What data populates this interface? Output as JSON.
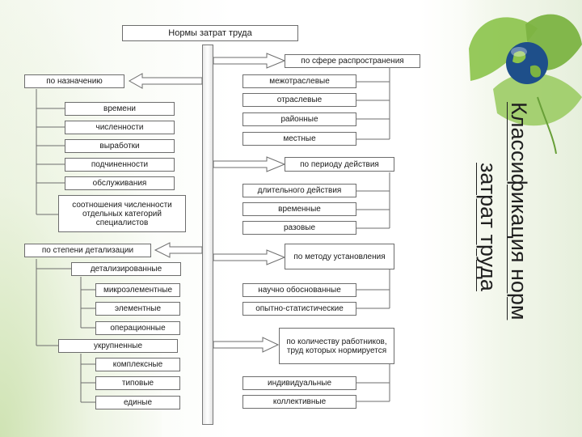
{
  "title": "Нормы затрат труда",
  "side_title_line1": "Классификация норм",
  "side_title_line2": "затрат труда",
  "left": {
    "purpose": {
      "header": "по назначению",
      "items": [
        "времени",
        "численности",
        "выработки",
        "подчиненности",
        "обслуживания",
        "соотношения численности отдельных категорий специалистов"
      ]
    },
    "detail": {
      "header": "по степени детализации",
      "group_detailed": "детализированные",
      "detailed_items": [
        "микроэлементные",
        "элементные",
        "операционные"
      ],
      "group_enlarged": "укрупненные",
      "enlarged_items": [
        "комплексные",
        "типовые",
        "единые"
      ]
    }
  },
  "right": {
    "scope": {
      "header": "по сфере распространения",
      "items": [
        "межотраслевые",
        "отраслевые",
        "районные",
        "местные"
      ]
    },
    "period": {
      "header": "по периоду действия",
      "items": [
        "длительного действия",
        "временные",
        "разовые"
      ]
    },
    "method": {
      "header": "по методу установления",
      "items": [
        "научно обоснованные",
        "опытно-статистические"
      ]
    },
    "workers": {
      "header": "по количеству работников, труд которых нормируется",
      "items": [
        "индивидуальные",
        "коллективные"
      ]
    }
  },
  "colors": {
    "leaf_green": "#7cb342",
    "dark_green": "#33691e",
    "globe_blue": "#1e4f8a",
    "border": "#6d6d6d"
  }
}
